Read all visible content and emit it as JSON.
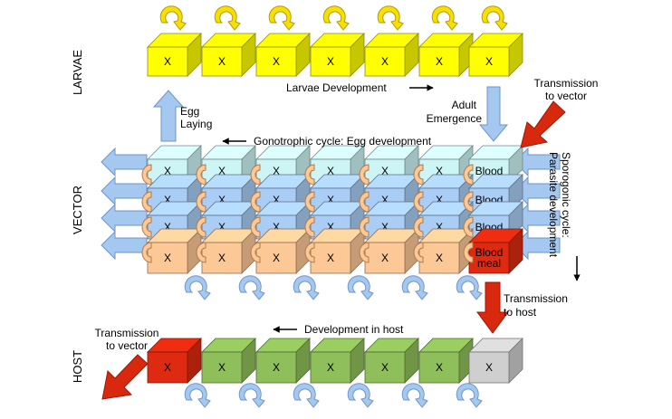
{
  "rows": {
    "larvae": "LARVAE",
    "vector": "VECTOR",
    "host": "HOST"
  },
  "labels": {
    "larvae_development": "Larvae Development",
    "adult": "Adult",
    "emergence": "Emergence",
    "egg": "Egg",
    "laying": "Laying",
    "gonotrophic": "Gonotrophic cycle: Egg development",
    "transmission_to_vector_top_1": "Transmission",
    "transmission_to_vector_top_2": "to vector",
    "sporogonic_1": "Sporogonic cycle:",
    "sporogonic_2": "Parasite development",
    "transmission_to_host_1": "Transmission",
    "transmission_to_host_2": "to host",
    "development_in_host": "Development in host",
    "transmission_to_vector_left_1": "Transmission",
    "transmission_to_vector_left_2": "to vector"
  },
  "box_marker": "X",
  "blood_labels": [
    "Blood",
    "Blood",
    "Blood"
  ],
  "blood_meal_1": "Blood",
  "blood_meal_2": "meal",
  "colors": {
    "yellow": "#ffff00",
    "light_cyan": "#cdf5f5",
    "light_blue": "#a9cdf5",
    "peach": "#fcc896",
    "red": "#dd2a10",
    "green": "#8fbf5a",
    "gray": "#cfcfcf",
    "arrow_blue": "#a4c8f0",
    "arrow_yellow": "#f7e000",
    "arrow_red": "#d8280e"
  }
}
